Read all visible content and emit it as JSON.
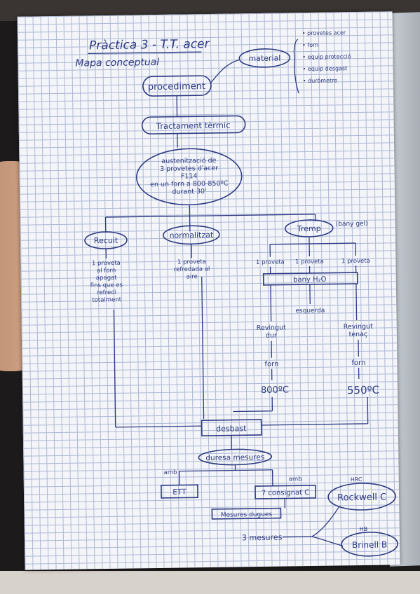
{
  "title": "Pràctica 3 - T.T. acer",
  "subtitle": "Mapa conceptual",
  "nodes": {
    "material": "material",
    "procediment": "procediment",
    "tractament": "Tractament tèrmic",
    "austenitzacio": [
      "austenització de",
      "3 provetes d'acer",
      "F114",
      "en un forn a 800-850ºC",
      "durant 30'"
    ],
    "recuit": "Recuit",
    "normalitzat": "normalitzat",
    "tremp": "Tremp",
    "tremp_note": "(bany gel)",
    "recuit_desc": [
      "1 proveta",
      "al forn",
      "apagat",
      "fins que es",
      "refredi",
      "totalment"
    ],
    "normalitzat_desc": [
      "1 proveta",
      "refredada al",
      "aire"
    ],
    "proveta": "1 proveta",
    "bany": "bany H₂O",
    "esquerda": "esquerda",
    "revingut_dur": [
      "Revingut",
      "dur"
    ],
    "revingut_tenac": [
      "Revingut",
      "tenaç"
    ],
    "forn": "forn",
    "temp_dur": "800ºC",
    "temp_tenac": "550ºC",
    "desbast": "desbast",
    "duresa": "duresa mesures",
    "amb": "amb",
    "ett": "ETT",
    "consignat": "7 consignat C",
    "rockwell": "Rockwell C",
    "hrc": "HRC",
    "mesures_dugues": "Mesures dugues",
    "tres_mesures": "3 mesures",
    "brinell": "Brinell B",
    "hb": "HB"
  },
  "material_list": [
    "provetes acer",
    "forn",
    "equip protecció",
    "equip desgast",
    "durómetre"
  ]
}
